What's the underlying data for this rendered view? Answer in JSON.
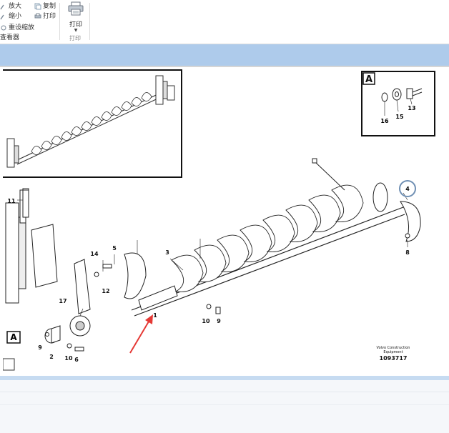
{
  "ribbon": {
    "zoom_in": "放大",
    "zoom_out": "缩小",
    "reset_zoom": "重设缩放",
    "viewer": "查看器",
    "copy": "复制",
    "print_small": "打印",
    "print_big": "打印",
    "print_group": "打印"
  },
  "diagram": {
    "inset_letter": "A",
    "callout_A": "A",
    "inset_labels": [
      "16",
      "15",
      "13"
    ],
    "part_labels": {
      "l1": "1",
      "l2": "2",
      "l3": "3",
      "l4": "4",
      "l5": "5",
      "l6": "6",
      "l8": "8",
      "l9a": "9",
      "l9b": "9",
      "l10a": "10",
      "l10b": "10",
      "l11": "11",
      "l12": "12",
      "l14": "14",
      "l17": "17"
    },
    "brand_line1": "Volvo Construction",
    "brand_line2": "Equipment",
    "doc_number": "1093717"
  },
  "colors": {
    "blue_band": "#aecbeb",
    "highlight_circle": "#6f8fb3",
    "arrow": "#e53935"
  }
}
